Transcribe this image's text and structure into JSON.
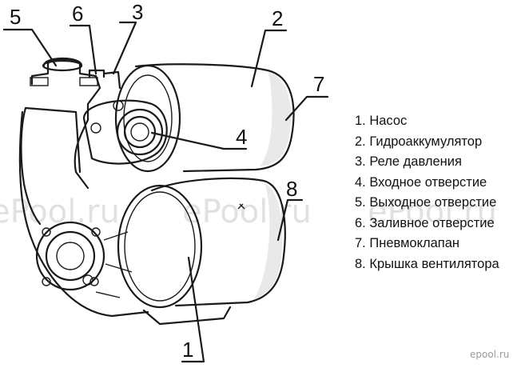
{
  "callouts": [
    "1",
    "2",
    "3",
    "4",
    "5",
    "6",
    "7",
    "8"
  ],
  "legend": [
    "1. Насос",
    "2. Гидроаккумулятор",
    "3. Реле давления",
    "4. Входное отверстие",
    "5. Выходное отверстие",
    "6. Заливное отверстие",
    "7. Пневмоклапан",
    "8. Крышка вентилятора"
  ],
  "watermarks": [
    "ePool.ru",
    "ePool.ru",
    "ePool.ru",
    "epool.ru"
  ]
}
